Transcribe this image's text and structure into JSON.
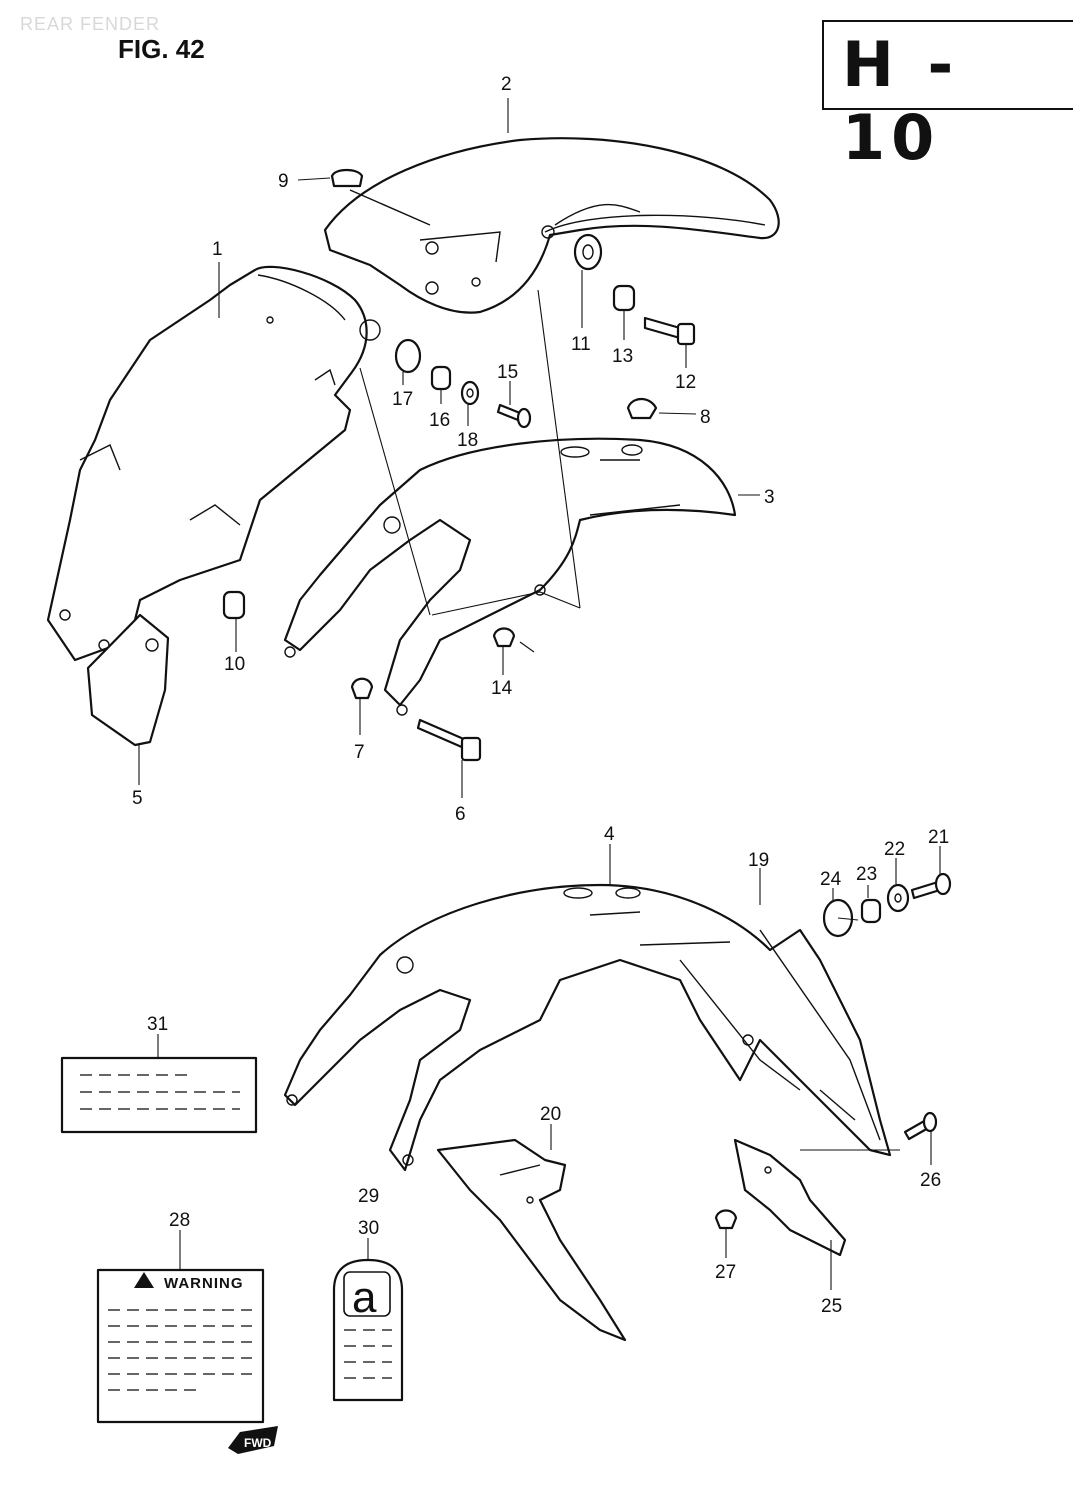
{
  "header": {
    "faint_title": "REAR FENDER",
    "figure": "FIG. 42",
    "code": "H - 10"
  },
  "callouts": {
    "p1": "1",
    "p2": "2",
    "p3": "3",
    "p4": "4",
    "p5": "5",
    "p6": "6",
    "p7": "7",
    "p8": "8",
    "p9": "9",
    "p10": "10",
    "p11": "11",
    "p12": "12",
    "p13": "13",
    "p14": "14",
    "p15": "15",
    "p16": "16",
    "p17": "17",
    "p18": "18",
    "p19": "19",
    "p20": "20",
    "p21": "21",
    "p22": "22",
    "p23": "23",
    "p24": "24",
    "p25": "25",
    "p26": "26",
    "p27": "27",
    "p28": "28",
    "p29": "29",
    "p30": "30",
    "p31": "31"
  },
  "labels": {
    "warning": "WARNING",
    "tag_letter": "a",
    "fwd": "FWD"
  }
}
